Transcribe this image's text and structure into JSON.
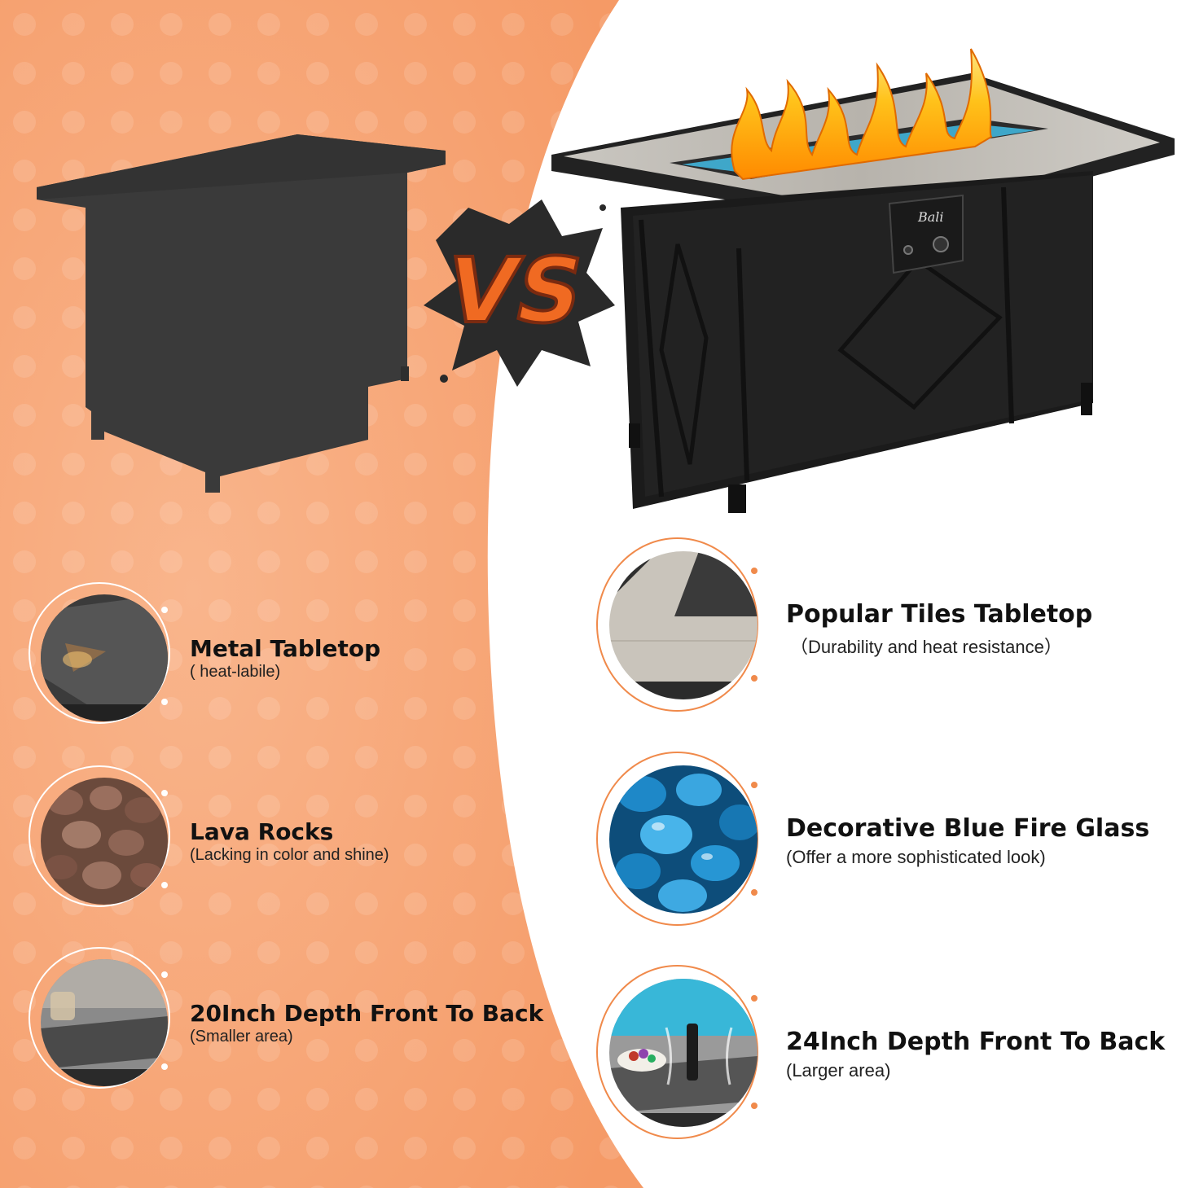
{
  "versus": {
    "label": "VS"
  },
  "brand": {
    "logo_text": "Bali"
  },
  "colors": {
    "orange_bg": "#f7a97e",
    "accent": "#f08a4b",
    "title": "#111111"
  },
  "left_features": [
    {
      "title": "Metal Tabletop",
      "subtitle": "( heat-labile)"
    },
    {
      "title": "Lava Rocks",
      "subtitle": "(Lacking in color and shine)"
    },
    {
      "title": "20Inch Depth Front To Back",
      "subtitle": "(Smaller area)"
    }
  ],
  "right_features": [
    {
      "title": "Popular Tiles Tabletop",
      "subtitle": "（Durability and heat resistance）"
    },
    {
      "title": "Decorative Blue Fire Glass",
      "subtitle": "(Offer a more sophisticated look)"
    },
    {
      "title": "24Inch Depth Front To Back",
      "subtitle": "(Larger area)"
    }
  ]
}
